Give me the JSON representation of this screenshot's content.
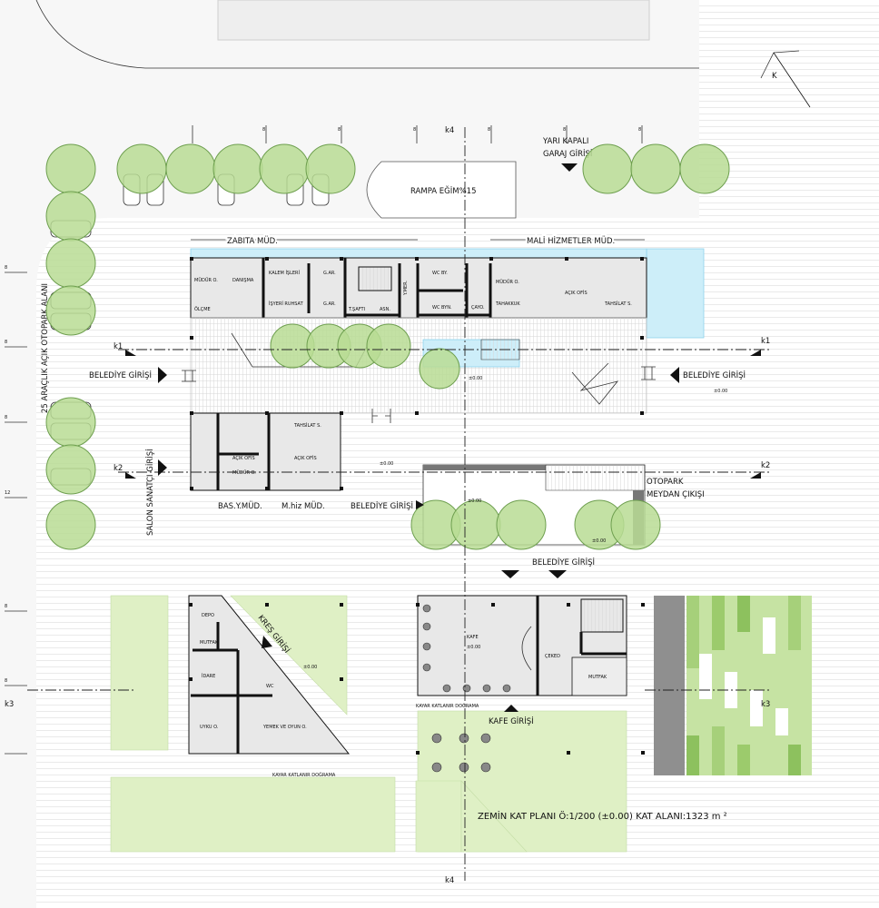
{
  "north_label": "K",
  "axes": {
    "k1": "k1",
    "k2": "k2",
    "k3": "k3",
    "k4": "k4"
  },
  "grid_labels": {
    "top": "8",
    "left": [
      "8",
      "8",
      "8",
      "12",
      "8",
      "8"
    ]
  },
  "parking_label": "25 ARAÇLIK AÇIK OTOPARK ALANI",
  "ramp_label": "RAMPA EĞİM%15",
  "garage_entry": [
    "YARI KAPALI",
    "GARAJ GİRİŞİ"
  ],
  "departments": {
    "zabita": "ZABITA MÜD.",
    "mali": "MALİ HİZMETLER MÜD.",
    "bas": "BAS.Y.MÜD.",
    "mhiz": "M.hiz MÜD."
  },
  "rooms": {
    "mudur_o": "MÜDÜR O.",
    "danisma": "DANIŞMA",
    "olcme": "ÖLÇME",
    "kalem": "KALEM İŞLERİ",
    "isyeri": "İŞYERİ RUHSAT",
    "gar1": "G.AR.",
    "gar2": "G.AR.",
    "tsafti": "T.ŞAFTI",
    "asn": "ASN.",
    "ymer": "Y.MER.",
    "wc_bay": "WC BY.",
    "wc_bayan": "WC BYN.",
    "cayo": "ÇAYO.",
    "mudur_o2": "MÜDÜR O.",
    "tahakkuk": "TAHAKKUK",
    "acik_ofis1": "AÇIK OFİS",
    "tahsilat1": "TAHSİLAT S.",
    "acik_ofis2": "AÇIK OFİS",
    "mudur_o3": "MÜDÜR O.",
    "tahsilat2": "TAHSİLAT S.",
    "acik_ofis3": "AÇIK OFİS",
    "depo": "DEPO",
    "mutfak1": "MUTFAK",
    "idare": "İDARE",
    "wc": "WC",
    "uyku": "UYKU O.",
    "yemek": "YEMEK VE OYUN O.",
    "kafe": "KAFE",
    "ceked": "ÇEKED",
    "mutfak2": "MUTFAK"
  },
  "entrances": {
    "belediye_left": "BELEDİYE GİRİŞİ",
    "belediye_right": "BELEDİYE GİRİŞİ",
    "belediye_mid": "BELEDİYE GİRİŞİ",
    "belediye_south": "BELEDİYE GİRİŞİ",
    "salon": "SALON SANATÇI GİRİŞİ",
    "kres": "KREŞ GİRİŞİ",
    "kafe": "KAFE GİRİŞİ"
  },
  "otopark_exit": [
    "OTOPARK",
    "MEYDAN ÇIKIŞI"
  ],
  "levels": {
    "l1": "±0.00",
    "l2": "±0.00",
    "l3": "±0.00",
    "l4": "±0.00",
    "l5": "±0.00",
    "l6": "±0.00",
    "l7": "±0.00"
  },
  "sliding_doors": {
    "kafe": "KAYAR KATLANIR DOĞRAMA",
    "kres": "KAYAR KATLANIR DOĞRAMA"
  },
  "plan_title": "ZEMİN KAT PLANI Ö:1/200 (±0.00)  KAT ALANI:1323 m ²",
  "colors": {
    "lawn": "#dff0c5",
    "tree": "#b8dc94",
    "water": "#cdeef9",
    "room": "#e8e8e8",
    "wall": "#111111"
  }
}
